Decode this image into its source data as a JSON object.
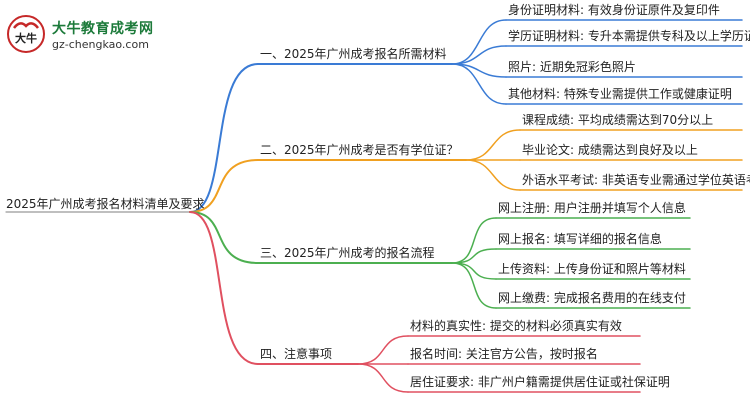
{
  "logo": {
    "title": "大牛教育成考网",
    "url": "gz-chengkao.com",
    "badge_glyph": "大牛"
  },
  "root": "2025年广州成考报名材料清单及要求",
  "branches": [
    {
      "label": "一、2025年广州成考报名所需材料",
      "color": "#3a7bd5",
      "items": [
        "身份证明材料: 有效身份证原件及复印件",
        "学历证明材料: 专升本需提供专科及以上学历证书",
        "照片: 近期免冠彩色照片",
        "其他材料: 特殊专业需提供工作或健康证明"
      ]
    },
    {
      "label": "二、2025年广州成考是否有学位证？",
      "color": "#f0a020",
      "items": [
        "课程成绩: 平均成绩需达到70分以上",
        "毕业论文: 成绩需达到良好及以上",
        "外语水平考试: 非英语专业需通过学位英语考试"
      ]
    },
    {
      "label": "三、2025年广州成考的报名流程",
      "color": "#4caf50",
      "items": [
        "网上注册: 用户注册并填写个人信息",
        "网上报名: 填写详细的报名信息",
        "上传资料: 上传身份证和照片等材料",
        "网上缴费: 完成报名费用的在线支付"
      ]
    },
    {
      "label": "四、注意事项",
      "color": "#e05060",
      "items": [
        "材料的真实性: 提交的材料必须真实有效",
        "报名时间: 关注官方公告，按时报名",
        "居住证要求: 非广州户籍需提供居住证或社保证明"
      ]
    }
  ]
}
